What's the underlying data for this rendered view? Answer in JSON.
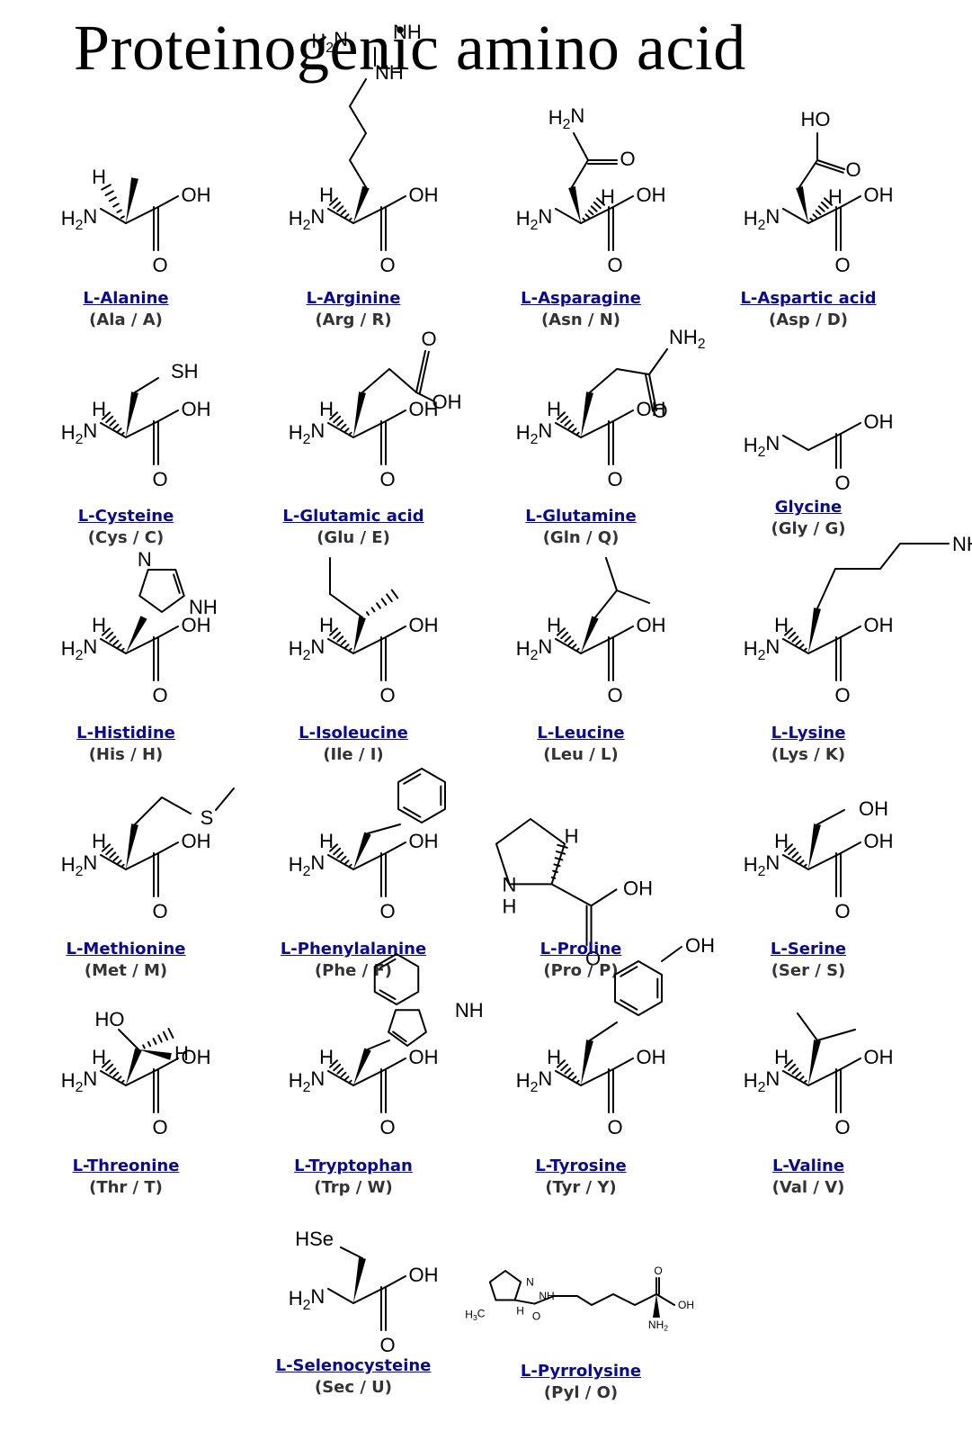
{
  "title": "Proteinogenic amino acid",
  "acids": [
    {
      "name": "L-Alanine",
      "code": "(Ala / A)"
    },
    {
      "name": "L-Arginine",
      "code": "(Arg / R)"
    },
    {
      "name": "L-Asparagine",
      "code": "(Asn / N)"
    },
    {
      "name": "L-Aspartic acid",
      "code": "(Asp / D)"
    },
    {
      "name": "L-Cysteine",
      "code": "(Cys / C)"
    },
    {
      "name": "L-Glutamic acid",
      "code": "(Glu / E)"
    },
    {
      "name": "L-Glutamine",
      "code": "(Gln / Q)"
    },
    {
      "name": "Glycine",
      "code": "(Gly / G)"
    },
    {
      "name": "L-Histidine",
      "code": "(His / H)"
    },
    {
      "name": "L-Isoleucine",
      "code": "(Ile / I)"
    },
    {
      "name": "L-Leucine",
      "code": "(Leu / L)"
    },
    {
      "name": "L-Lysine",
      "code": "(Lys / K)"
    },
    {
      "name": "L-Methionine",
      "code": "(Met / M)"
    },
    {
      "name": "L-Phenylalanine",
      "code": "(Phe / F)"
    },
    {
      "name": "L-Proline",
      "code": "(Pro / P)"
    },
    {
      "name": "L-Serine",
      "code": "(Ser / S)"
    },
    {
      "name": "L-Threonine",
      "code": "(Thr / T)"
    },
    {
      "name": "L-Tryptophan",
      "code": "(Trp / W)"
    },
    {
      "name": "L-Tyrosine",
      "code": "(Tyr / Y)"
    },
    {
      "name": "L-Valine",
      "code": "(Val / V)"
    },
    {
      "name": "L-Selenocysteine",
      "code": "(Sec / U)"
    },
    {
      "name": "L-Pyrrolysine",
      "code": "(Pyl / O)"
    }
  ],
  "atom_labels": {
    "amine": "H2N",
    "hydrogen": "H",
    "oxygen": "O",
    "hydroxyl": "OH",
    "hydroxyl_left": "HO",
    "thiol": "SH",
    "sulfur": "S",
    "nitrogen": "N",
    "imine": "NH",
    "amine_right": "NH2",
    "selenol": "HSe",
    "methyl": "H3C"
  },
  "colors": {
    "link": "#0a0a8c",
    "code": "#333333",
    "bonds": "#000000"
  }
}
